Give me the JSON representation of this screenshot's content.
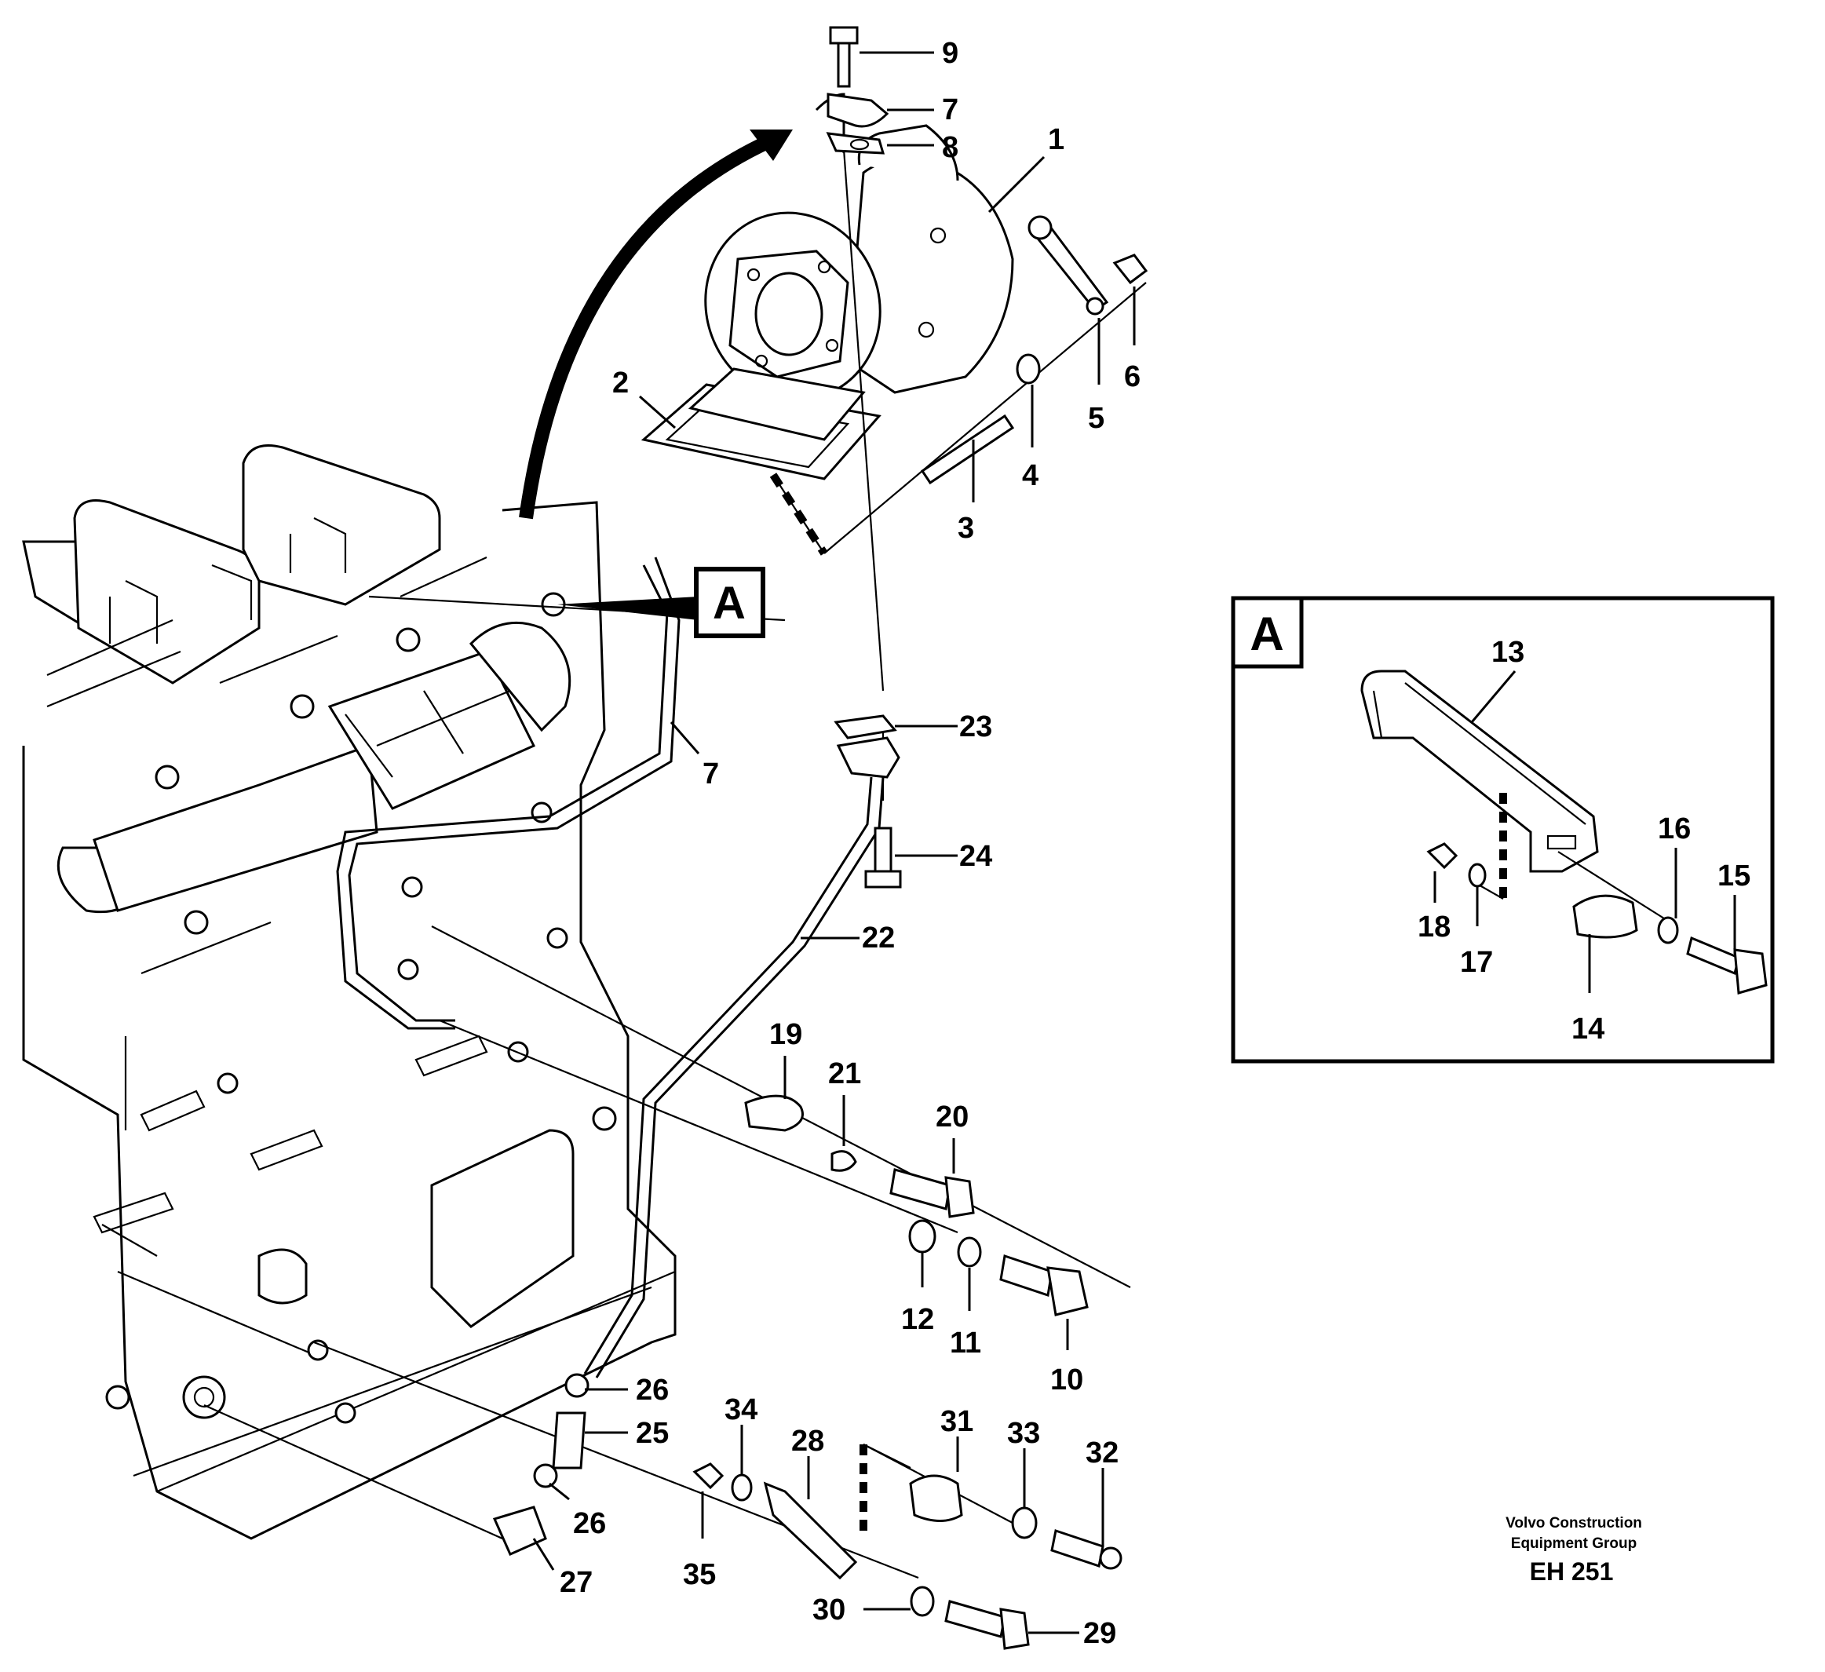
{
  "callouts": {
    "c1": "1",
    "c2": "2",
    "c3": "3",
    "c4": "4",
    "c5": "5",
    "c6": "6",
    "c7": "7",
    "c8": "8",
    "c9": "9",
    "c10": "10",
    "c11": "11",
    "c12": "12",
    "c13": "13",
    "c14": "14",
    "c15": "15",
    "c16": "16",
    "c17": "17",
    "c18": "18",
    "c19": "19",
    "c20": "20",
    "c21": "21",
    "c22": "22",
    "c23": "23",
    "c24": "24",
    "c25": "25",
    "c26": "26",
    "c27": "27",
    "c28": "28",
    "c29": "29",
    "c30": "30",
    "c31": "31",
    "c32": "32",
    "c33": "33",
    "c34": "34",
    "c35": "35"
  },
  "detail": {
    "view_letter": "A",
    "inset_letter": "A"
  },
  "caption": {
    "line1": "Volvo Construction",
    "line2": "Equipment Group",
    "code": "EH 251"
  }
}
